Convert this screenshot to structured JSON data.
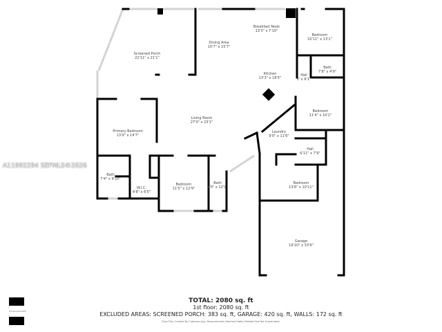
{
  "watermark": "A11992294  SEFMLS©2026",
  "rooms": [
    {
      "name": "Breakfast Nook",
      "dim": "13'3\" x 7'10\""
    },
    {
      "name": "Dining Area",
      "dim": "10'7\" x 15'7\""
    },
    {
      "name": "Screened Porch",
      "dim": "22'11\" x 21'1\""
    },
    {
      "name": "Bedroom",
      "dim": "10'11\" x 13'1\""
    },
    {
      "name": "Bath",
      "dim": "7'8\" x 4'9\""
    },
    {
      "name": "Hall",
      "dim": "3' x 6'1\""
    },
    {
      "name": "Kitchen",
      "dim": "13'3\" x 18'5\""
    },
    {
      "name": "Bedroom",
      "dim": "11'4\" x 10'1\""
    },
    {
      "name": "Living Room",
      "dim": "27'0\" x 23'1\""
    },
    {
      "name": "Primary Bedroom",
      "dim": "13'9\" x 14'7\""
    },
    {
      "name": "Laundry",
      "dim": "9'0\" x 11'6\""
    },
    {
      "name": "Hall",
      "dim": "6'11\" x 7'9\""
    },
    {
      "name": "Bath",
      "dim": "7'4\" x 9'10\""
    },
    {
      "name": "W.I.C.",
      "dim": "4'8\" x 6'5\""
    },
    {
      "name": "Bedroom",
      "dim": "11'5\" x 12'9\""
    },
    {
      "name": "Bath",
      "dim": "4'0\" x 12'9\""
    },
    {
      "name": "Bedroom",
      "dim": "13'6\" x 10'11\""
    },
    {
      "name": "Garage",
      "dim": "19'10\" x 33'9\""
    }
  ],
  "footer": {
    "total": "TOTAL: 2080 sq. ft",
    "floor": "1st floor: 2080 sq. ft",
    "excluded": "EXCLUDED AREAS: SCREENED PORCH: 383 sq. ft, GARAGE: 420 sq. ft, WALLS: 172 sq. ft",
    "disclaimer": "Floor Plan Created By Cubicasa App. Measurements Deemed Highly Reliable But Not Guaranteed."
  },
  "logo_text": "ShowingTimePIX",
  "colors": {
    "wall": "#000000",
    "window": "#d0d0d0"
  }
}
